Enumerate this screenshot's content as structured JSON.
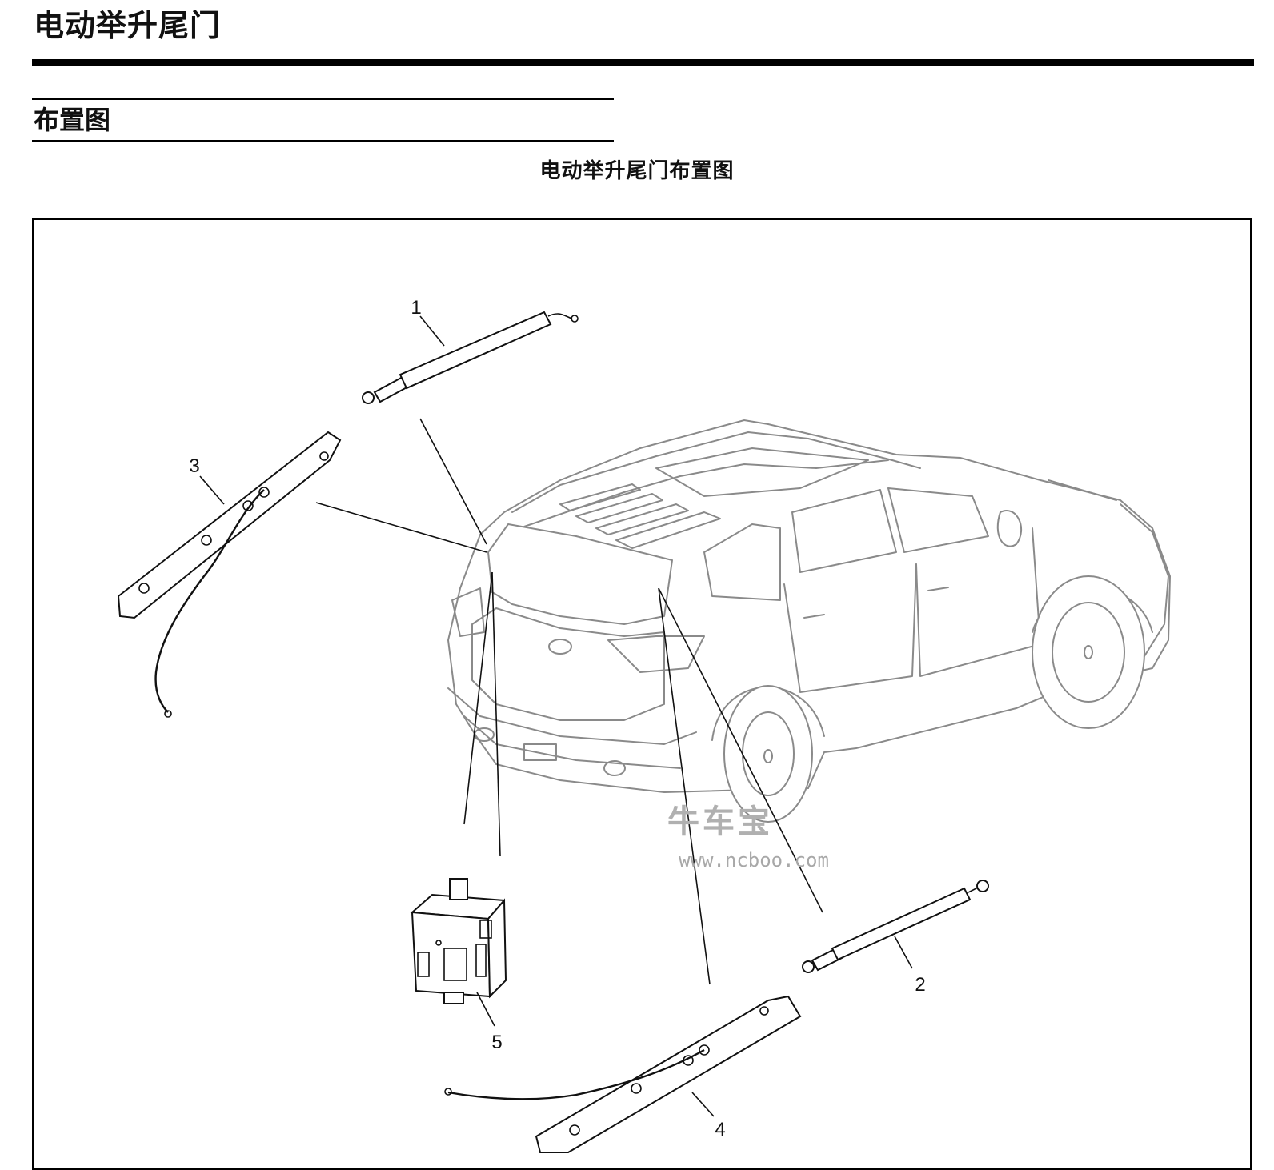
{
  "document": {
    "title": "电动举升尾门",
    "section": "布置图",
    "figure_caption": "电动举升尾门布置图"
  },
  "figure": {
    "callouts": [
      "1",
      "2",
      "3",
      "4",
      "5"
    ]
  },
  "watermark": {
    "brand": "牛车宝",
    "url": "www.ncboo.com"
  }
}
